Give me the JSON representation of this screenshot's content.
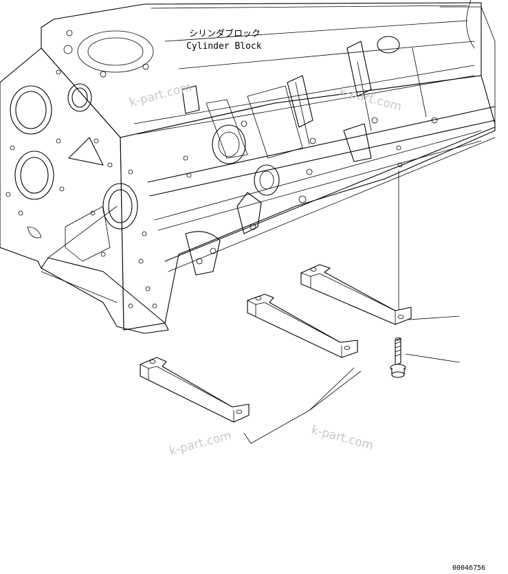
{
  "labels": {
    "part_name_jp": "シリンダブロック",
    "part_name_en": "Cylinder Block",
    "figure_number": "00046756"
  },
  "watermark": {
    "text": "k-part.com"
  }
}
